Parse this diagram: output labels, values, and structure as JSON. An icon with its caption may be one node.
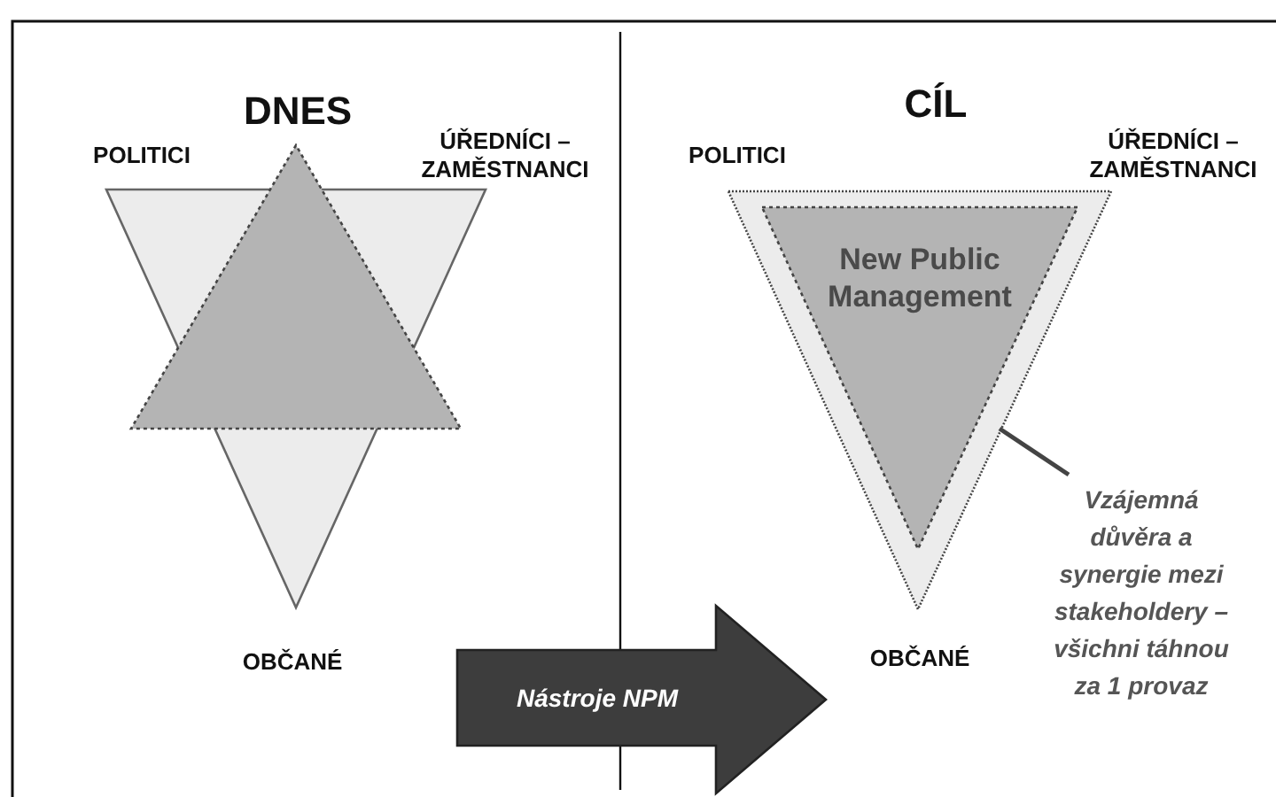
{
  "diagram": {
    "nodes": [
      {
        "text": [],
        "shape": "triangle"
      },
      {
        "text": [],
        "shape": "triangle"
      },
      {
        "text": [
          "Nástroje NPM"
        ]
      },
      {
        "text": [],
        "shape": "triangle"
      },
      {
        "text": [
          "New Public Management"
        ],
        "in": 3
      },
      {
        "text": [
          "Vzájemná důvěra a synergie mezi stakeholdery – všichni táhnou za 1 provaz"
        ]
      }
    ],
    "edges": [
      {
        "from": 5,
        "to": 3,
        "arrow": "none"
      }
    ],
    "labels": [
      "DNES",
      "POLITICI",
      "ÚŘEDNÍCI – ZAMĚSTNANCI",
      "OBČANÉ",
      "CÍL",
      "POLITICI",
      "ÚŘEDNÍCI – ZAMĚSTNANCI",
      "OBČANÉ"
    ]
  }
}
